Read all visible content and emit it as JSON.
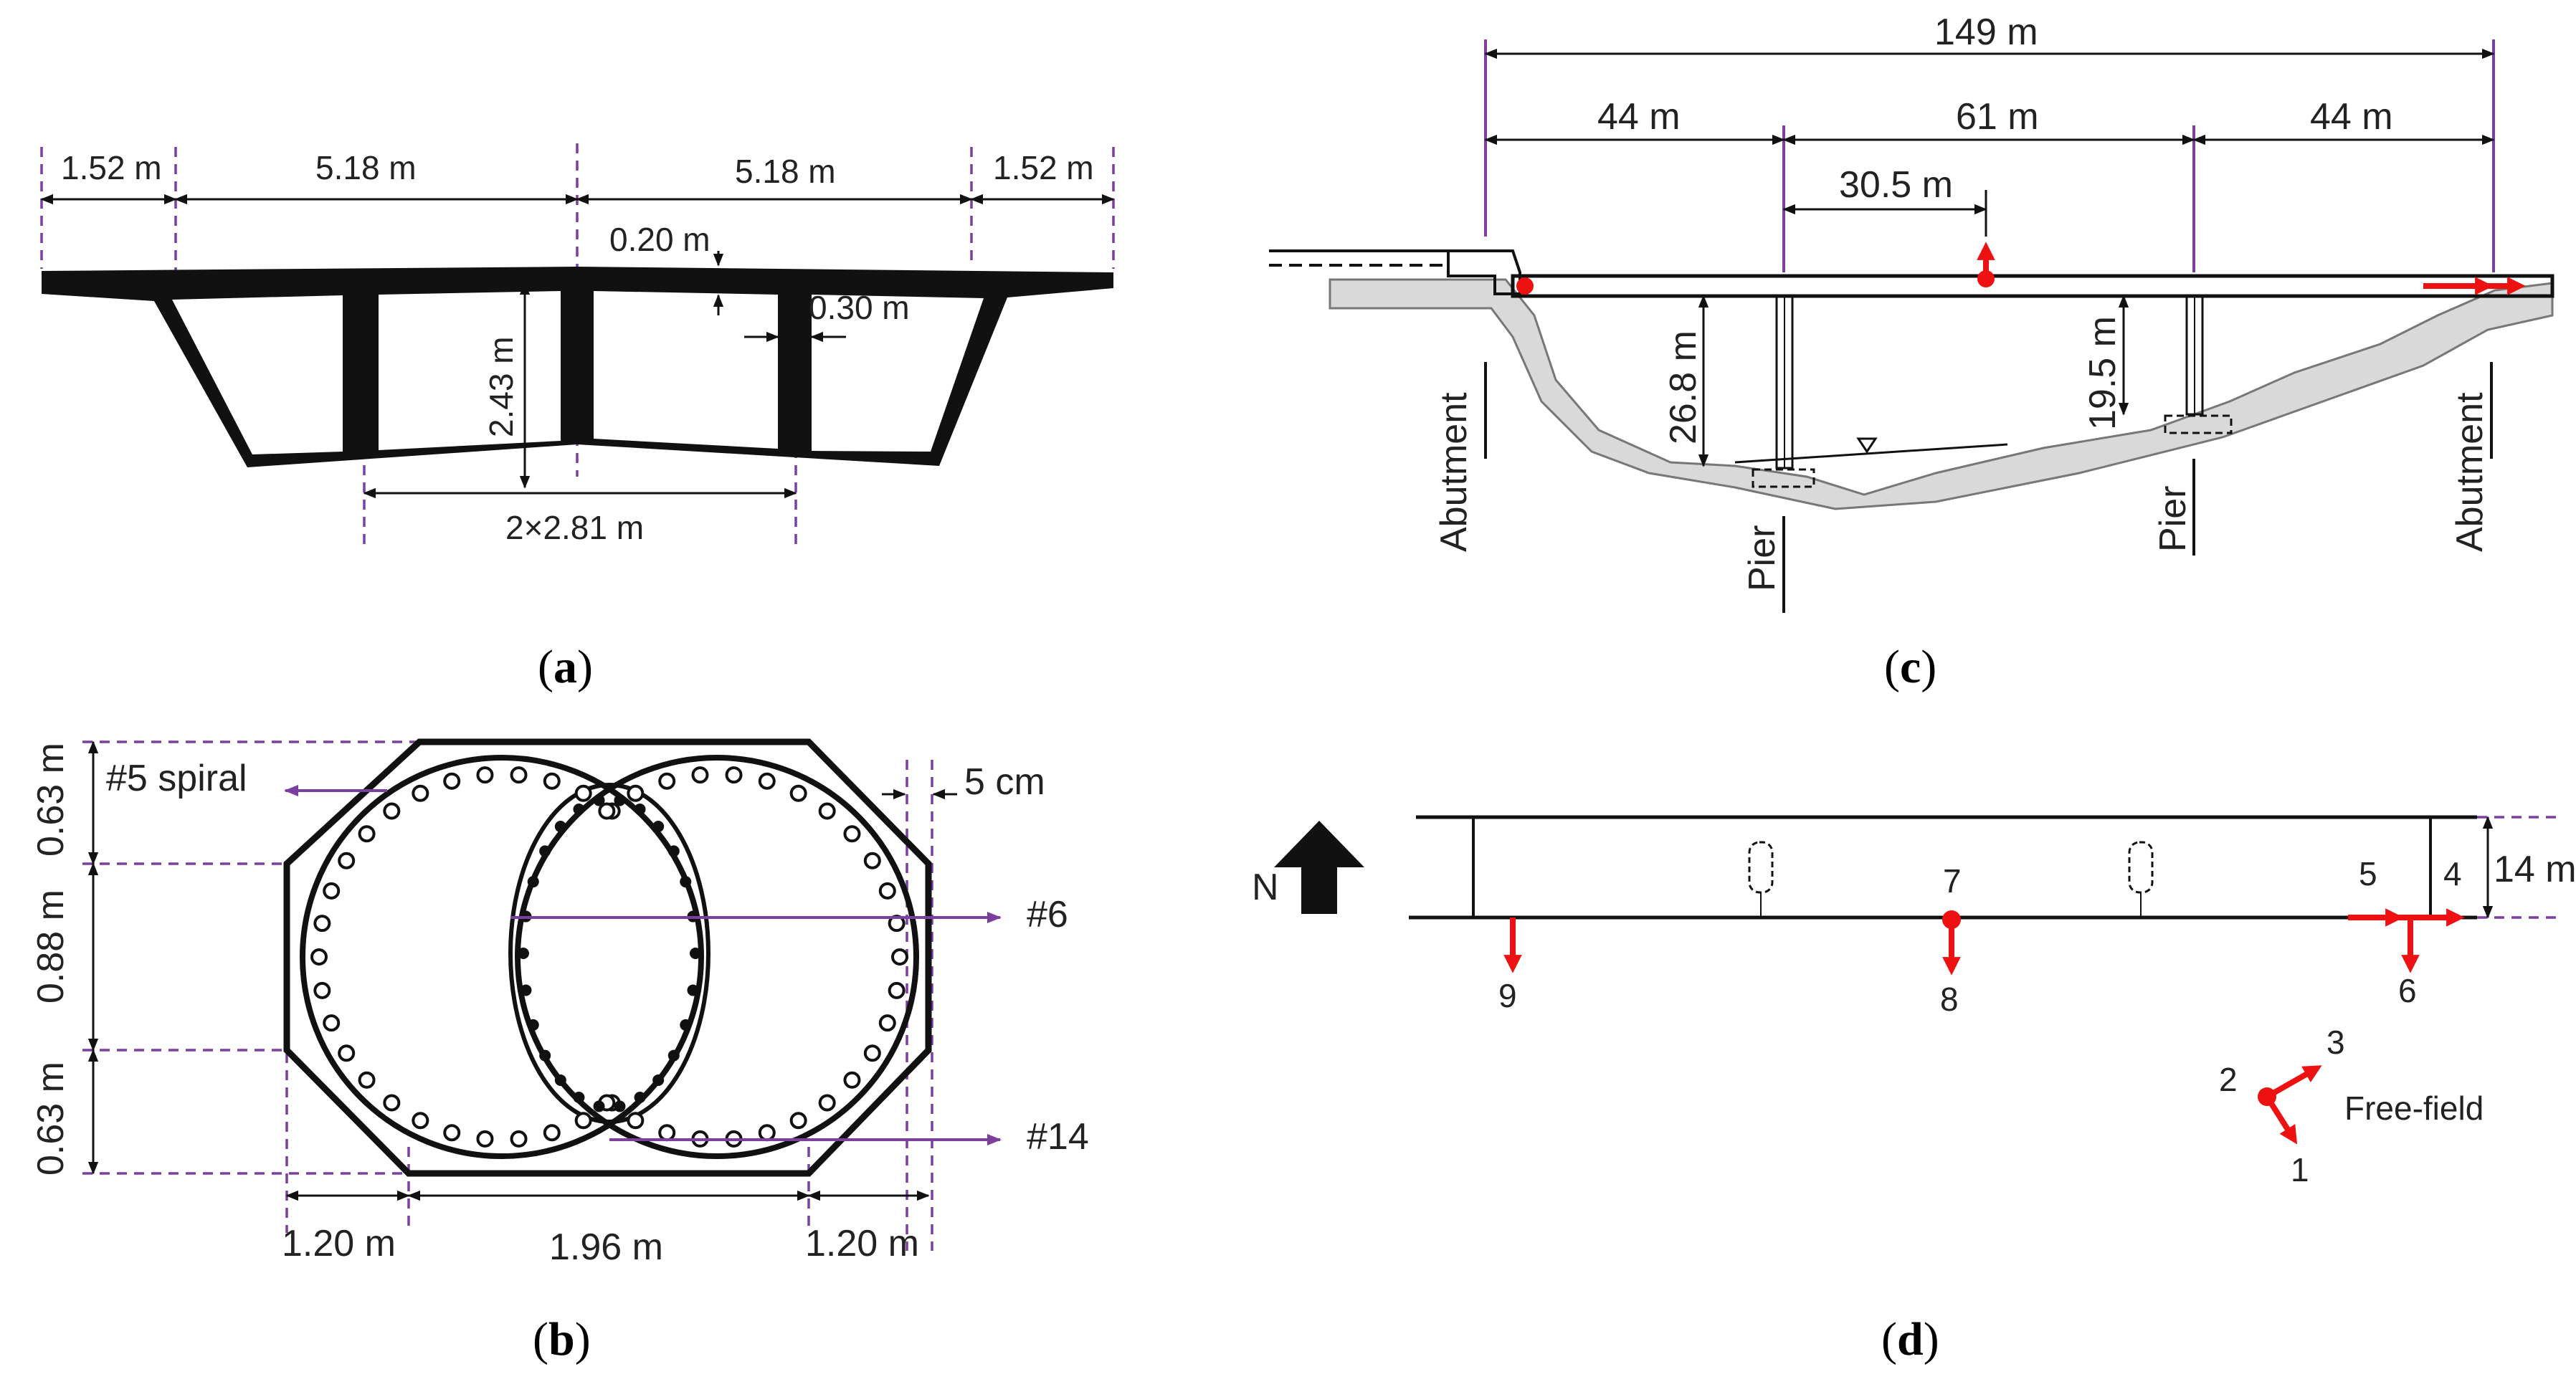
{
  "panels": {
    "a": {
      "caption": "a",
      "dims": {
        "cant_left": "1.52 m",
        "bay_left": "5.18 m",
        "bay_right": "5.18 m",
        "cant_right": "1.52 m",
        "top_slab": "0.20 m",
        "web": "0.30 m",
        "depth": "2.43 m",
        "cells": "2×2.81 m"
      }
    },
    "b": {
      "caption": "b",
      "dims": {
        "h_top": "0.63 m",
        "h_mid": "0.88 m",
        "h_bot": "0.63 m",
        "w_left": "1.20 m",
        "w_mid": "1.96 m",
        "w_right": "1.20 m",
        "cover": "5 cm"
      },
      "labels": {
        "spiral": "#5 spiral",
        "bar6": "#6",
        "bar14": "#14"
      }
    },
    "c": {
      "caption": "c",
      "dims": {
        "total": "149 m",
        "span_left": "44 m",
        "span_mid": "61 m",
        "span_right": "44 m",
        "half_mid": "30.5 m",
        "pier_left_h": "26.8 m",
        "pier_right_h": "19.5 m"
      },
      "labels": {
        "abut_left": "Abutment",
        "pier_left": "Pier",
        "pier_right": "Pier",
        "abut_right": "Abutment"
      }
    },
    "d": {
      "caption": "d",
      "north": "N",
      "width": "14 m",
      "free_field": "Free-field",
      "channels": [
        "1",
        "2",
        "3",
        "4",
        "5",
        "6",
        "7",
        "8",
        "9"
      ]
    }
  },
  "colors": {
    "accent_purple": "#7b3fa0",
    "sensor_red": "#e11111",
    "structure": "#111111"
  }
}
